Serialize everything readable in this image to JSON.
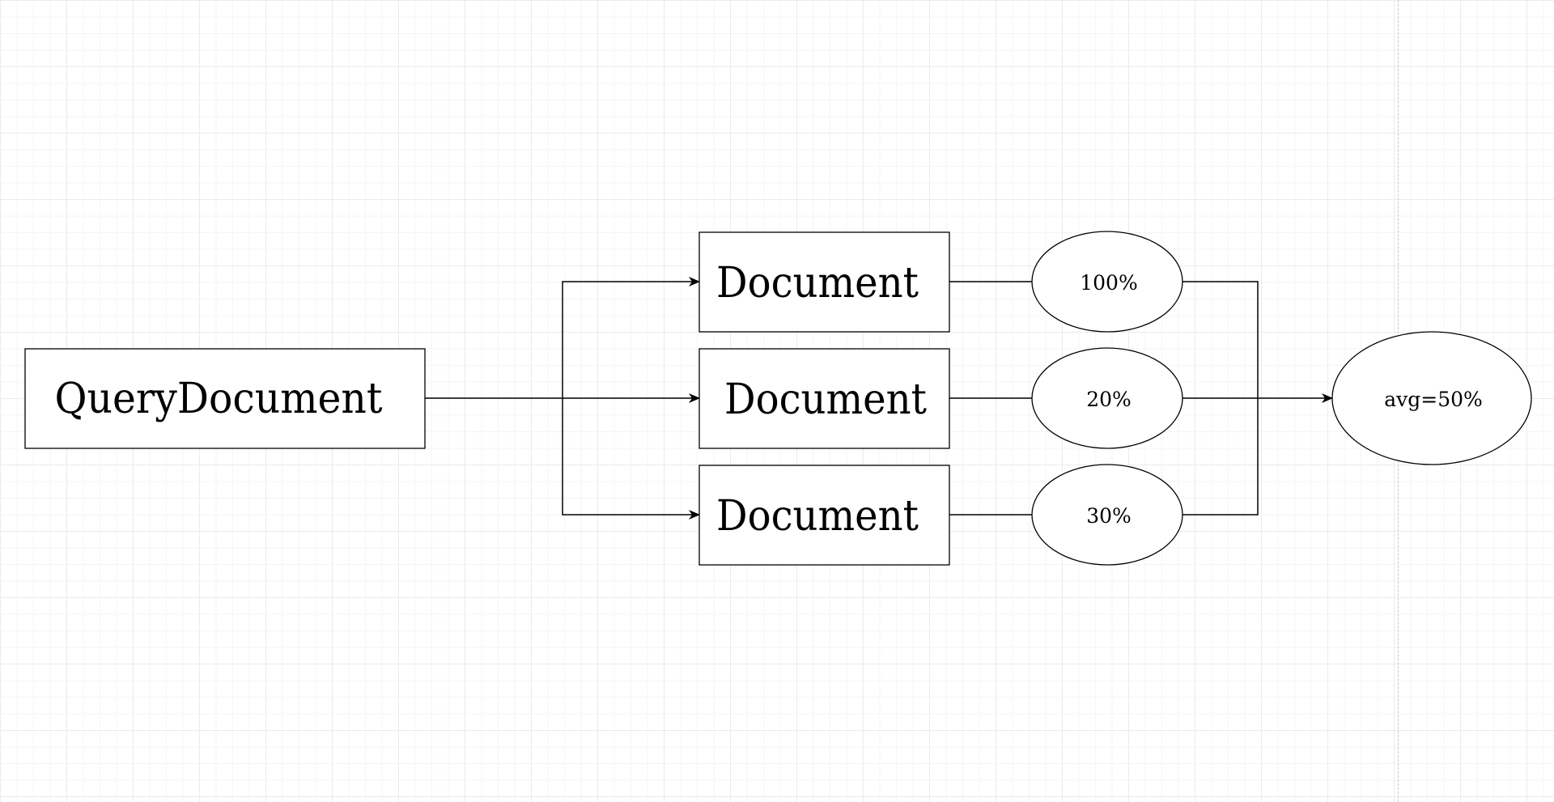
{
  "diagram": {
    "query_node": {
      "label": "QueryDocument"
    },
    "documents": [
      {
        "label": "Document"
      },
      {
        "label": "Document"
      },
      {
        "label": "Document"
      }
    ],
    "scores": [
      {
        "label": "100%"
      },
      {
        "label": "20%"
      },
      {
        "label": "30%"
      }
    ],
    "result": {
      "label": "avg=50%"
    }
  }
}
